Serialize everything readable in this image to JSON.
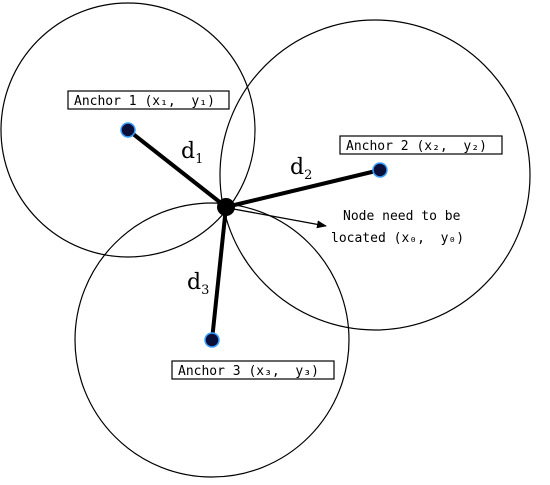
{
  "diagram": {
    "anchors": [
      {
        "name": "Anchor 1",
        "coord": "(x₁,  y₁)"
      },
      {
        "name": "Anchor 2",
        "coord": "(x₂,  y₂)"
      },
      {
        "name": "Anchor 3",
        "coord": "(x₃,  y₃)"
      }
    ],
    "distances": [
      {
        "base": "d",
        "sub": "1"
      },
      {
        "base": "d",
        "sub": "2"
      },
      {
        "base": "d",
        "sub": "3"
      }
    ],
    "node": {
      "line1": "Node need to be",
      "line2": "located (x₀,  y₀)"
    },
    "colors": {
      "anchor_dot": "#0a0f3a",
      "anchor_glow": "#3aa0ff",
      "line": "#000000"
    }
  }
}
